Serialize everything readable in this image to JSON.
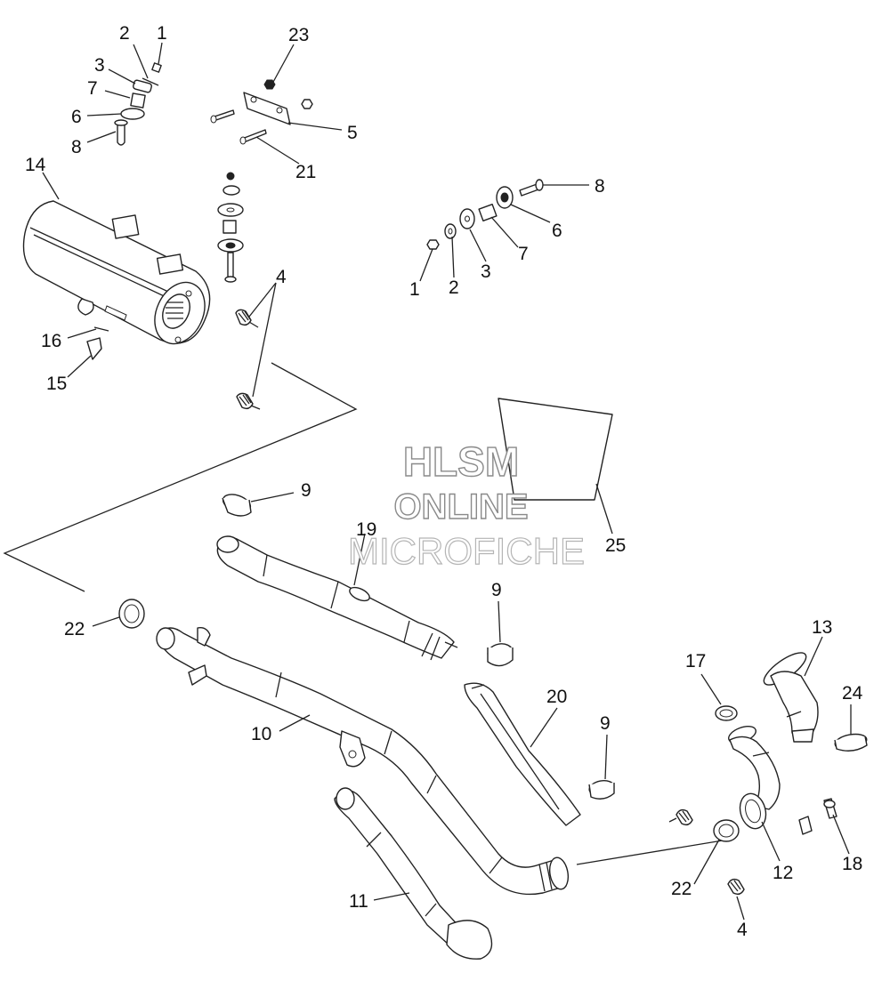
{
  "watermark": {
    "line1": "HLSM",
    "line2": "ONLINE",
    "line3": "MICROFICHE"
  },
  "callouts": [
    {
      "id": "c1a",
      "text": "1"
    },
    {
      "id": "c2a",
      "text": "2"
    },
    {
      "id": "c3a",
      "text": "3"
    },
    {
      "id": "c7a",
      "text": "7"
    },
    {
      "id": "c6a",
      "text": "6"
    },
    {
      "id": "c8a",
      "text": "8"
    },
    {
      "id": "c23",
      "text": "23"
    },
    {
      "id": "c5",
      "text": "5"
    },
    {
      "id": "c21",
      "text": "21"
    },
    {
      "id": "c14",
      "text": "14"
    },
    {
      "id": "c4a",
      "text": "4"
    },
    {
      "id": "c16",
      "text": "16"
    },
    {
      "id": "c15",
      "text": "15"
    },
    {
      "id": "c8b",
      "text": "8"
    },
    {
      "id": "c6b",
      "text": "6"
    },
    {
      "id": "c7b",
      "text": "7"
    },
    {
      "id": "c3b",
      "text": "3"
    },
    {
      "id": "c2b",
      "text": "2"
    },
    {
      "id": "c1b",
      "text": "1"
    },
    {
      "id": "c9a",
      "text": "9"
    },
    {
      "id": "c19",
      "text": "19"
    },
    {
      "id": "c25",
      "text": "25"
    },
    {
      "id": "c22a",
      "text": "22"
    },
    {
      "id": "c9b",
      "text": "9"
    },
    {
      "id": "c10",
      "text": "10"
    },
    {
      "id": "c20",
      "text": "20"
    },
    {
      "id": "c9c",
      "text": "9"
    },
    {
      "id": "c17",
      "text": "17"
    },
    {
      "id": "c13",
      "text": "13"
    },
    {
      "id": "c24",
      "text": "24"
    },
    {
      "id": "c11",
      "text": "11"
    },
    {
      "id": "c22b",
      "text": "22"
    },
    {
      "id": "c12",
      "text": "12"
    },
    {
      "id": "c18",
      "text": "18"
    },
    {
      "id": "c4b",
      "text": "4"
    }
  ]
}
